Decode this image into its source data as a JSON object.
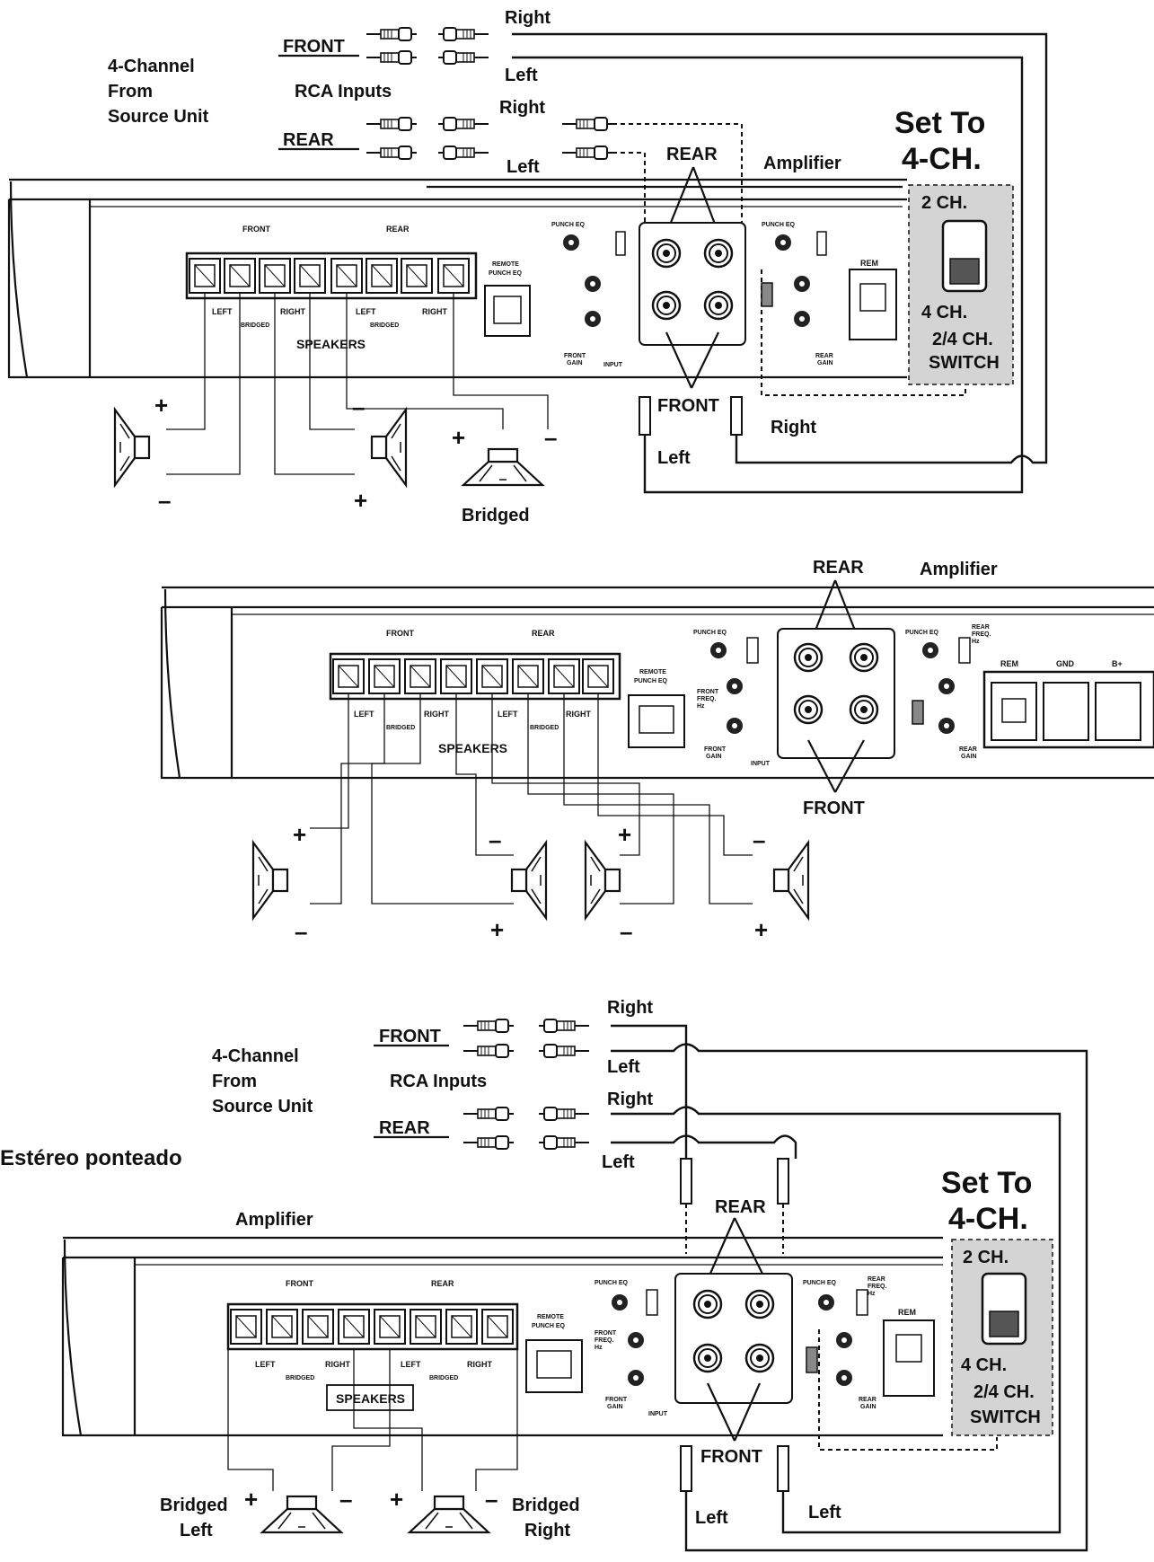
{
  "d1": {
    "source_unit": [
      "4-Channel",
      "From",
      "Source Unit"
    ],
    "rca_inputs": "RCA Inputs",
    "front": "FRONT",
    "rear": "REAR",
    "right": "Right",
    "left": "Left",
    "amplifier": "Amplifier",
    "rear_callout": "REAR",
    "front_callout": "FRONT",
    "set_to": [
      "Set To",
      "4-CH."
    ],
    "switch_2ch": "2 CH.",
    "switch_4ch": "4 CH.",
    "switch_caption": [
      "2/4 CH.",
      "SWITCH"
    ],
    "bridged": "Bridged",
    "rem": "REM"
  },
  "d2": {
    "rear_callout": "REAR",
    "amplifier": "Amplifier",
    "front_callout": "FRONT",
    "rem": "REM",
    "gnd": "GND",
    "bplus": "B+"
  },
  "d3": {
    "source_unit": [
      "4-Channel",
      "From",
      "Source Unit"
    ],
    "rca_inputs": "RCA Inputs",
    "front": "FRONT",
    "rear": "REAR",
    "right": "Right",
    "left": "Left",
    "caption": "Estéreo ponteado",
    "amplifier": "Amplifier",
    "rear_callout": "REAR",
    "front_callout": "FRONT",
    "set_to": [
      "Set To",
      "4-CH."
    ],
    "switch_2ch": "2 CH.",
    "switch_4ch": "4 CH.",
    "switch_caption": [
      "2/4 CH.",
      "SWITCH"
    ],
    "speakers_box": "SPEAKERS",
    "bridged_left": [
      "Bridged",
      "Left"
    ],
    "bridged_right": [
      "Bridged",
      "Right"
    ],
    "rem": "REM"
  },
  "panel": {
    "front": "FRONT",
    "rear": "REAR",
    "left": "LEFT",
    "right": "RIGHT",
    "bridged": "BRIDGED",
    "speakers": "SPEAKERS",
    "remote_punch_eq": [
      "REMOTE",
      "PUNCH EQ"
    ],
    "punch_eq": "PUNCH EQ",
    "input": "INPUT",
    "front_gain": [
      "FRONT",
      "GAIN"
    ],
    "rear_gain": [
      "REAR",
      "GAIN"
    ],
    "front_freq": [
      "FRONT",
      "FREQ.",
      "Hz"
    ],
    "rear_freq": [
      "REAR",
      "FREQ.",
      "Hz"
    ],
    "plus": "+",
    "minus": "–"
  }
}
